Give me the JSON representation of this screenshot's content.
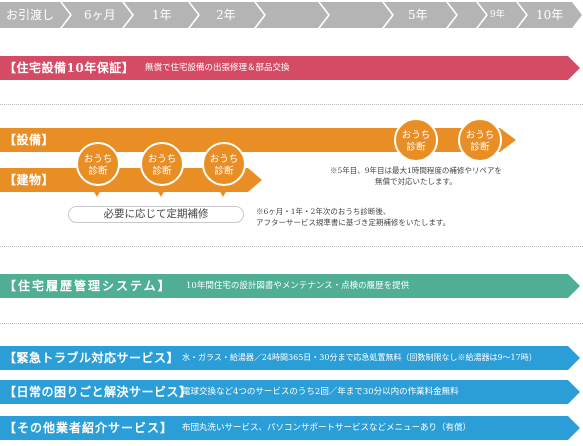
{
  "timeline": {
    "ticks": [
      "お引渡し",
      "6ヶ月",
      "1年",
      "2年",
      "5年",
      "9年",
      "10年"
    ]
  },
  "warranty": {
    "label": "【住宅設備10年保証】",
    "desc": "無償で住宅設備の出張修理＆部品交換"
  },
  "inspection": {
    "equipment_label": "【設備】",
    "building_label": "【建物】",
    "circle_line1": "おうち",
    "circle_line2": "診断",
    "repair_pill": "必要に応じて定期補修",
    "note_right_line1": "※5年目、9年目は最大1時間程度の補修やリペアを",
    "note_right_line2": "無償で対応いたします。",
    "note_bottom_line1": "※6ヶ月・1年・2年次のおうち診断後、",
    "note_bottom_line2": "アフターサービス規準書に基づき定期補修をいたします。"
  },
  "history": {
    "label": "【住宅履歴管理システム】",
    "desc": "10年間住宅の設計図書やメンテナンス・点検の履歴を提供"
  },
  "services": [
    {
      "label": "【緊急トラブル対応サービス】",
      "desc": "水・ガラス・給湯器／24時間365日・30分まで応急処置無料（回数制限なし※給湯器は9～17時）"
    },
    {
      "label": "【日常の困りごと解決サービス】",
      "desc": "電球交換など4つのサービスのうち2回／年まで30分以内の作業料金無料"
    },
    {
      "label": "【その他業者紹介サービス】",
      "desc": "布団丸洗いサービス、パソコンサポートサービスなどメニューあり（有償）"
    }
  ],
  "colors": {
    "timeline": "#b4b4b4",
    "warranty": "#d54a64",
    "inspection": "#e98e25",
    "history": "#4fae94",
    "services": "#2c9ed7"
  }
}
